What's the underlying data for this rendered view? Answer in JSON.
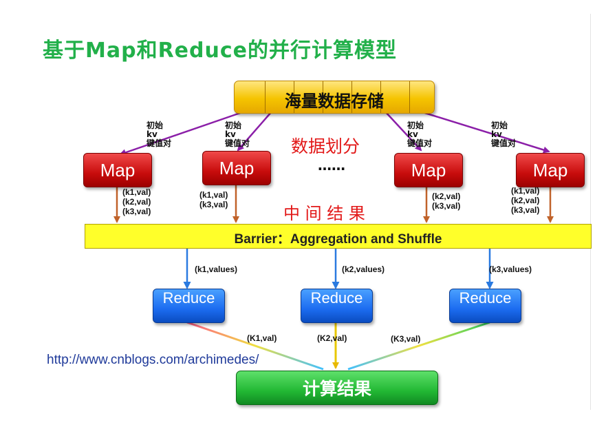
{
  "title": "基于Map和Reduce的并行计算模型",
  "storage_label": "海量数据存储",
  "init_kv_labels": [
    [
      "初始",
      "kv",
      "键值对"
    ],
    [
      "初始",
      "kv",
      "键值对"
    ],
    [
      "初始",
      "kv",
      "键值对"
    ],
    [
      "初始",
      "kv",
      "键值对"
    ]
  ],
  "partition_label": "数据划分",
  "ellipsis": "……",
  "map_label": "Map",
  "map_outputs": [
    [
      "(k1,val)",
      "(k2,val)",
      "(k3,val)"
    ],
    [
      "(k1,val)",
      "(k3,val)"
    ],
    [
      "(k2,val)",
      "(k3,val)"
    ],
    [
      "(k1,val)",
      "(k2,val)",
      "(k3,val)"
    ]
  ],
  "intermediate_label": "中 间 结 果",
  "barrier_label": "Barrier：Aggregation and Shuffle",
  "shuffle_outputs": [
    "(k1,values)",
    "(k2,values)",
    "(k3,values)"
  ],
  "reduce_label": "Reduce",
  "reduce_outputs": [
    "(K1,val)",
    "(K2,val)",
    "(K3,val)"
  ],
  "url": "http://www.cnblogs.com/archimedes/",
  "result_label": "计算结果",
  "colors": {
    "title": "#22b04a",
    "storage": "#f5c400",
    "map": "#c80c0c",
    "barrier": "#ffff2a",
    "reduce": "#1c6cf0",
    "result": "#22b834",
    "split_arrow": "#8b1fa8",
    "map_arrow": "#c0622a",
    "shuffle_arrow": "#2a7ae0",
    "annotation_red": "#e21818",
    "url": "#1f3a9a"
  }
}
